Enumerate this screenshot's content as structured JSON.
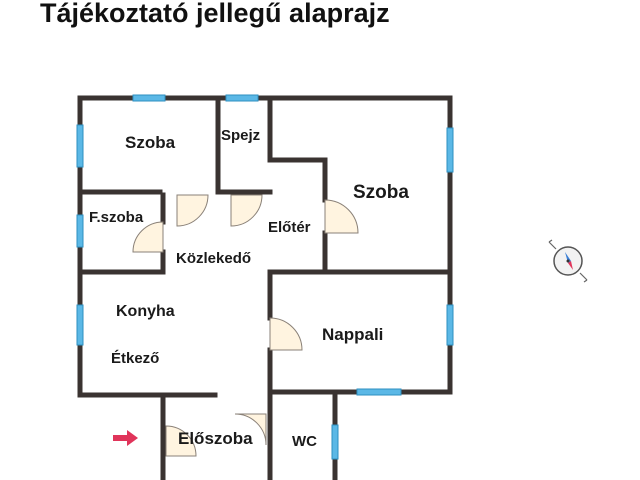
{
  "title": "Tájékoztató jellegű alaprajz",
  "rooms": {
    "szoba_1": "Szoba",
    "spejz": "Spejz",
    "szoba_2": "Szoba",
    "fszoba": "F.szoba",
    "eloter": "Előtér",
    "kozlekedo": "Közlekedő",
    "konyha": "Konyha",
    "etkezo": "Étkező",
    "nappali": "Nappali",
    "eloszoba": "Előszoba",
    "wc": "WC"
  },
  "colors": {
    "wall": "#3a3331",
    "window": "#5bb8e6",
    "door_fill": "#fff4e0",
    "entrance_arrow": "#e0345a"
  },
  "icons": {
    "compass": "compass-icon",
    "entrance": "entrance-arrow-icon"
  }
}
